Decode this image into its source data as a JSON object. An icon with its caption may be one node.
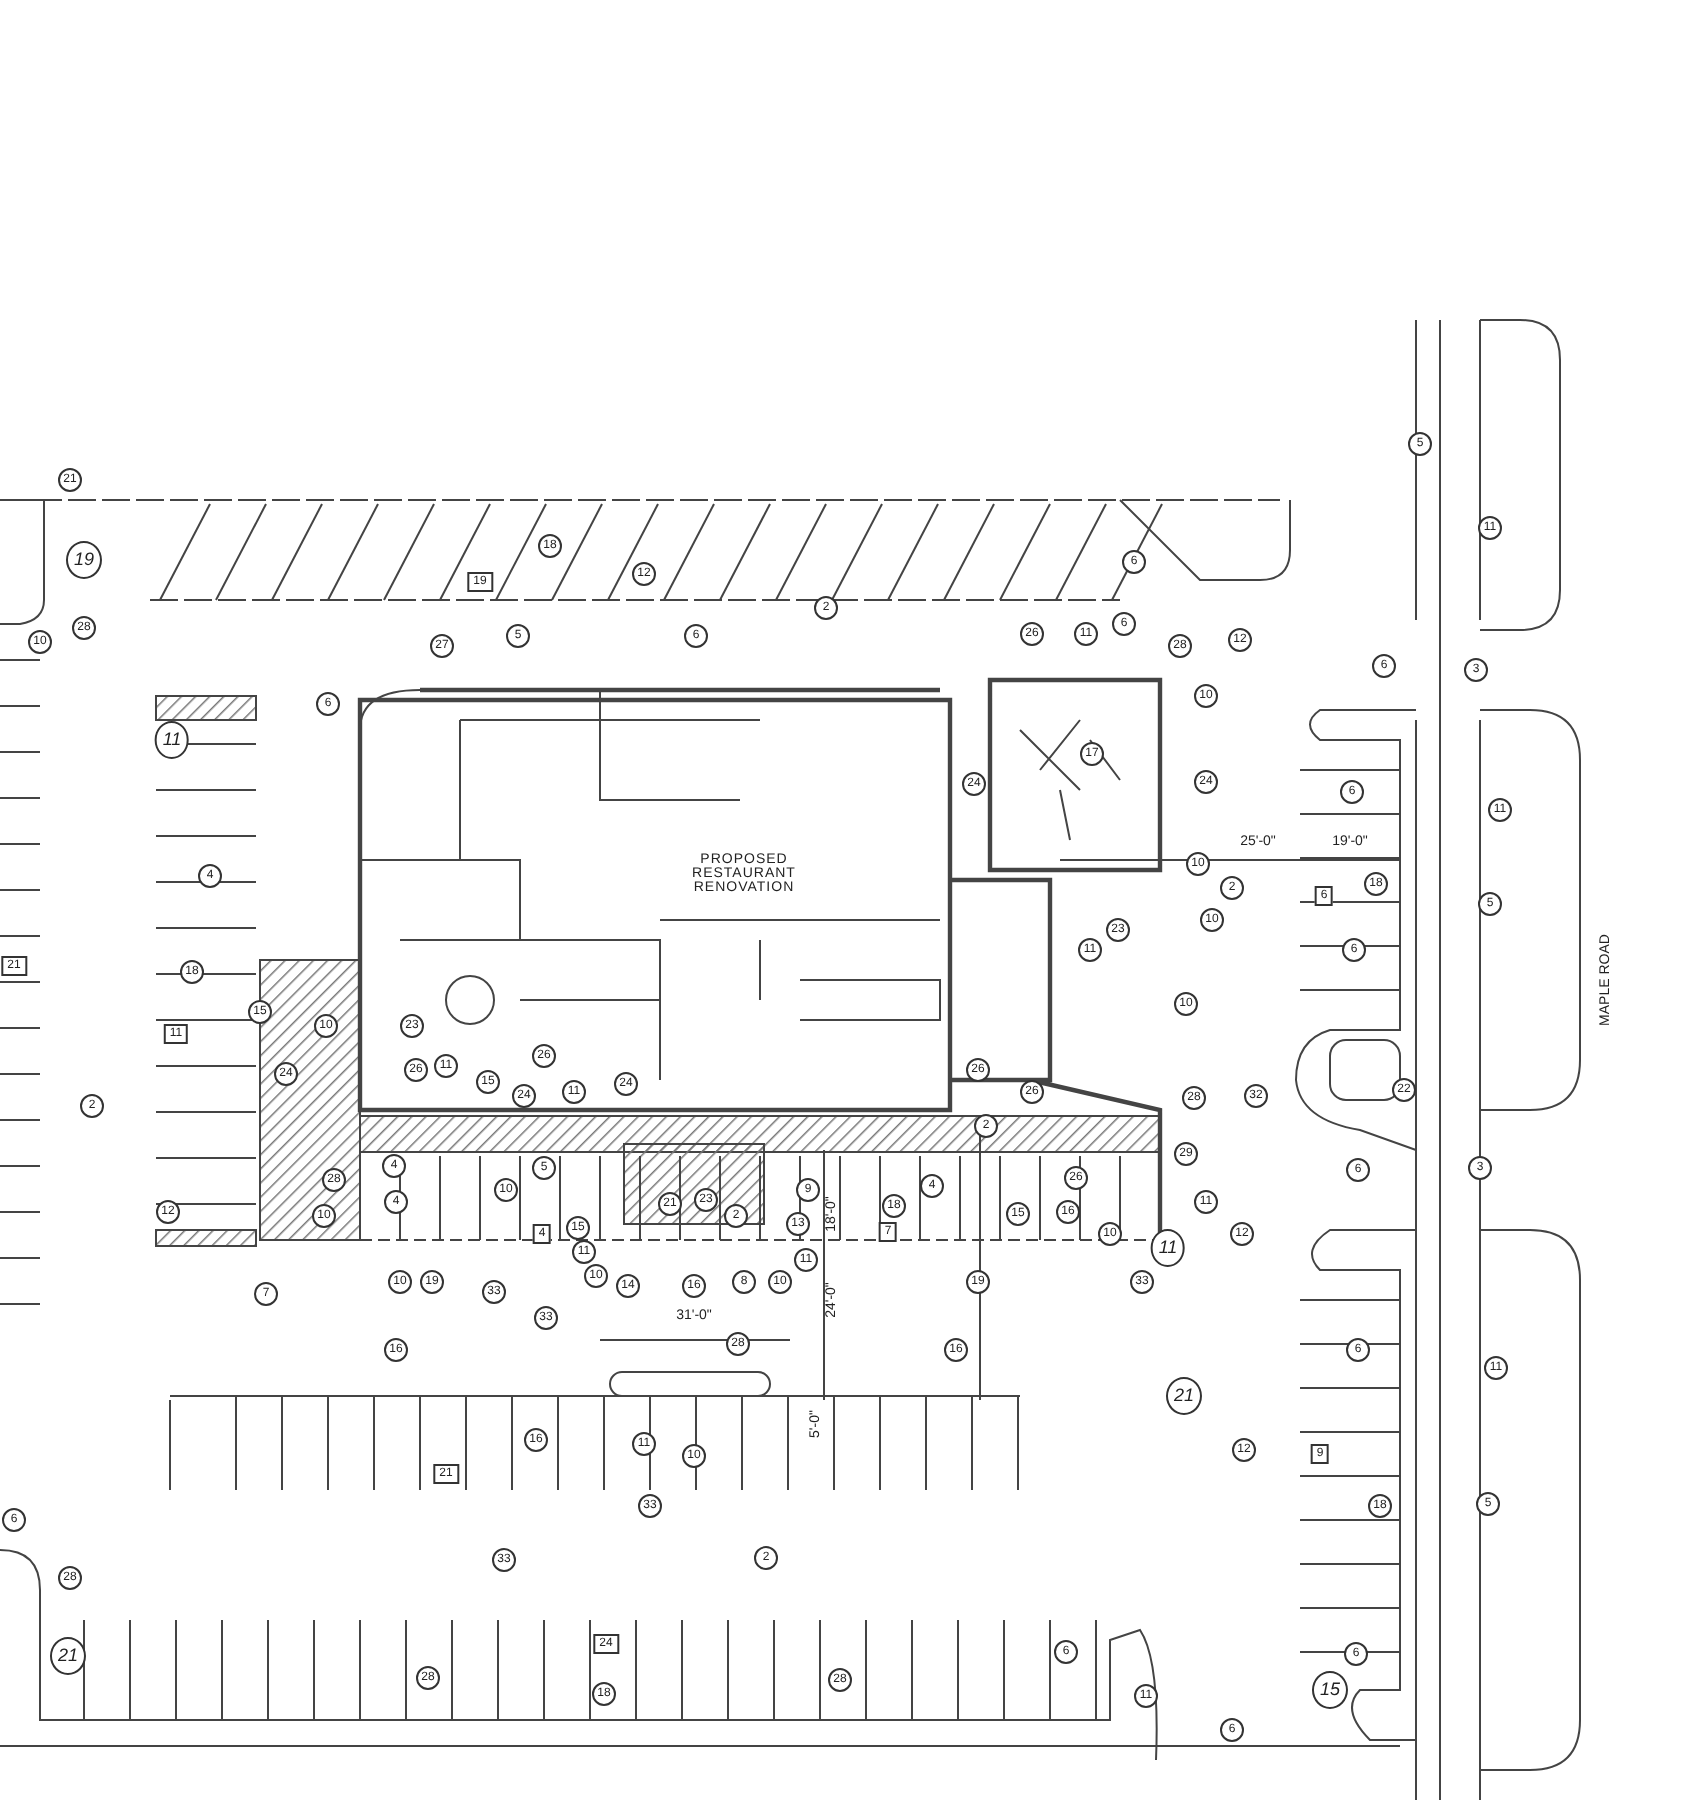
{
  "diagram": {
    "labels": [
      "21",
      "19",
      "18",
      "19",
      "12",
      "2",
      "6",
      "5",
      "11",
      "28",
      "10",
      "27",
      "5",
      "6",
      "26",
      "11",
      "6",
      "28",
      "12",
      "6",
      "3",
      "6",
      "10",
      "11",
      "17",
      "24",
      "24",
      "6",
      "11",
      "25'-0\"",
      "19'-0\"",
      "4",
      "PROPOSED RESTAURANT RENOVATION",
      "10",
      "2",
      "6",
      "18",
      "5",
      "10",
      "23",
      "11",
      "21",
      "18",
      "6",
      "MAPLE ROAD",
      "15",
      "10",
      "23",
      "11",
      "26",
      "10",
      "24",
      "26",
      "11",
      "15",
      "24",
      "11",
      "24",
      "26",
      "26",
      "22",
      "28",
      "32",
      "2",
      "2",
      "29",
      "12",
      "28",
      "10",
      "4",
      "4",
      "10",
      "5",
      "9",
      "4",
      "26",
      "6",
      "3",
      "21",
      "23",
      "2",
      "13",
      "18'-0\"",
      "18",
      "15",
      "16",
      "11",
      "15",
      "4",
      "7",
      "10",
      "12",
      "11",
      "11",
      "7",
      "10",
      "19",
      "33",
      "10",
      "14",
      "16",
      "8",
      "10",
      "11",
      "19",
      "33",
      "24'-0\"",
      "33",
      "31'-0\"",
      "28",
      "16",
      "16",
      "6",
      "11",
      "21",
      "5'-0\"",
      "16",
      "11",
      "10",
      "12",
      "9",
      "21",
      "33",
      "18",
      "5",
      "6",
      "33",
      "2",
      "28",
      "24",
      "21",
      "6",
      "6",
      "28",
      "18",
      "28",
      "11",
      "15",
      "6"
    ]
  }
}
